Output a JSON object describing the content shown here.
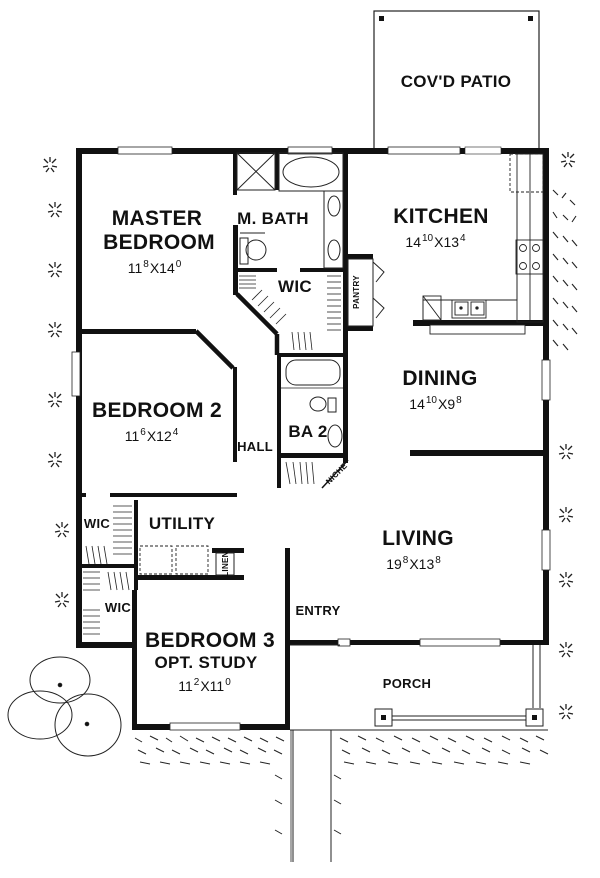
{
  "plan": {
    "title": "Floor Plan",
    "colors": {
      "wall": "#111111",
      "background": "#ffffff",
      "line": "#222222"
    },
    "rooms": [
      {
        "id": "covd-patio",
        "name": "COV'D PATIO",
        "dims": null
      },
      {
        "id": "master-bedroom",
        "name": "MASTER BEDROOM",
        "line1": "MASTER",
        "line2": "BEDROOM",
        "dims": {
          "w_ft": "11",
          "w_in": "8",
          "d_ft": "14",
          "d_in": "0"
        }
      },
      {
        "id": "m-bath",
        "name": "M. BATH",
        "dims": null
      },
      {
        "id": "wic-master",
        "name": "WIC",
        "dims": null
      },
      {
        "id": "kitchen",
        "name": "KITCHEN",
        "dims": {
          "w_ft": "14",
          "w_in": "10",
          "d_ft": "13",
          "d_in": "4"
        }
      },
      {
        "id": "pantry",
        "name": "PANTRY",
        "dims": null
      },
      {
        "id": "bedroom-2",
        "name": "BEDROOM 2",
        "dims": {
          "w_ft": "11",
          "w_in": "6",
          "d_ft": "12",
          "d_in": "4"
        }
      },
      {
        "id": "hall",
        "name": "HALL",
        "dims": null
      },
      {
        "id": "ba-2",
        "name": "BA 2",
        "dims": null
      },
      {
        "id": "niche",
        "name": "NICHE",
        "dims": null
      },
      {
        "id": "dining",
        "name": "DINING",
        "dims": {
          "w_ft": "14",
          "w_in": "10",
          "d_ft": "9",
          "d_in": "8"
        }
      },
      {
        "id": "wic-bed2",
        "name": "WIC",
        "dims": null
      },
      {
        "id": "utility",
        "name": "UTILITY",
        "dims": null
      },
      {
        "id": "linen",
        "name": "LINEN",
        "dims": null
      },
      {
        "id": "living",
        "name": "LIVING",
        "dims": {
          "w_ft": "19",
          "w_in": "8",
          "d_ft": "13",
          "d_in": "8"
        }
      },
      {
        "id": "wic-bed3",
        "name": "WIC",
        "dims": null
      },
      {
        "id": "entry",
        "name": "ENTRY",
        "dims": null
      },
      {
        "id": "bedroom-3",
        "name": "BEDROOM 3",
        "subtitle": "OPT. STUDY",
        "dims": {
          "w_ft": "11",
          "w_in": "2",
          "d_ft": "11",
          "d_in": "0"
        }
      },
      {
        "id": "porch",
        "name": "PORCH",
        "dims": null
      }
    ],
    "dim_separator": "X"
  }
}
